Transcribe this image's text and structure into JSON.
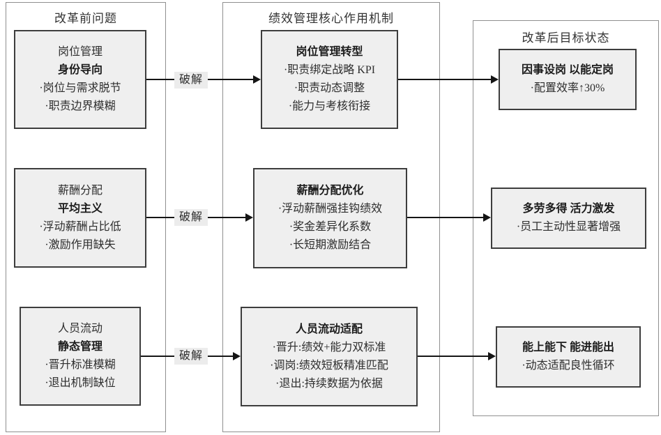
{
  "arrow_label": "破解",
  "colors": {
    "box_fill": "#efefef",
    "box_border": "#3d3d3d",
    "panel_border": "#8f8f8f",
    "arrow": "#151515",
    "arrow_label_bg": "#ececec",
    "text": "#2b2b2b"
  },
  "columns": [
    {
      "title": "改革前问题",
      "boxes": [
        {
          "subject": "岗位管理",
          "keyword": "身份导向",
          "bullets": [
            "·岗位与需求脱节",
            "·职责边界模糊"
          ]
        },
        {
          "subject": "薪酬分配",
          "keyword": "平均主义",
          "bullets": [
            "·浮动薪酬占比低",
            "·激励作用缺失"
          ]
        },
        {
          "subject": "人员流动",
          "keyword": "静态管理",
          "bullets": [
            "·晋升标准模糊",
            "·退出机制缺位"
          ]
        }
      ]
    },
    {
      "title": "绩效管理核心作用机制",
      "boxes": [
        {
          "keyword": "岗位管理转型",
          "bullets": [
            "·职责绑定战略 KPI",
            "·职责动态调整",
            "·能力与考核衔接"
          ]
        },
        {
          "keyword": "薪酬分配优化",
          "bullets": [
            "·浮动薪酬强挂钩绩效",
            "·奖金差异化系数",
            "·长短期激励结合"
          ]
        },
        {
          "keyword": "人员流动适配",
          "bullets": [
            "·晋升:绩效+能力双标准",
            "·调岗:绩效短板精准匹配",
            "·退出:持续数据为依据"
          ]
        }
      ]
    },
    {
      "title": "改革后目标状态",
      "boxes": [
        {
          "keyword": "因事设岗 以能定岗",
          "bullets": [
            "·配置效率↑30%"
          ]
        },
        {
          "keyword": "多劳多得 活力激发",
          "bullets": [
            "·员工主动性显著增强"
          ]
        },
        {
          "keyword": "能上能下 能进能出",
          "bullets": [
            "·动态适配良性循环"
          ]
        }
      ]
    }
  ]
}
